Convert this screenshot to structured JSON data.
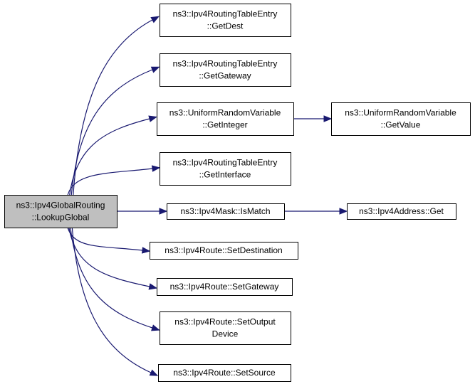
{
  "nodes": [
    {
      "id": "root",
      "lines": [
        "ns3::Ipv4GlobalRouting",
        "::LookupGlobal"
      ],
      "highlighted": true
    },
    {
      "id": "getdest",
      "lines": [
        "ns3::Ipv4RoutingTableEntry",
        "::GetDest"
      ]
    },
    {
      "id": "getgateway",
      "lines": [
        "ns3::Ipv4RoutingTableEntry",
        "::GetGateway"
      ]
    },
    {
      "id": "getinteger",
      "lines": [
        "ns3::UniformRandomVariable",
        "::GetInteger"
      ]
    },
    {
      "id": "getvalue",
      "lines": [
        "ns3::UniformRandomVariable",
        "::GetValue"
      ]
    },
    {
      "id": "getinterface",
      "lines": [
        "ns3::Ipv4RoutingTableEntry",
        "::GetInterface"
      ]
    },
    {
      "id": "ismatch",
      "lines": [
        "ns3::Ipv4Mask::IsMatch"
      ]
    },
    {
      "id": "addrget",
      "lines": [
        "ns3::Ipv4Address::Get"
      ]
    },
    {
      "id": "setdest",
      "lines": [
        "ns3::Ipv4Route::SetDestination"
      ]
    },
    {
      "id": "setgw",
      "lines": [
        "ns3::Ipv4Route::SetGateway"
      ]
    },
    {
      "id": "setoutdev",
      "lines": [
        "ns3::Ipv4Route::SetOutput",
        "Device"
      ]
    },
    {
      "id": "setsource",
      "lines": [
        "ns3::Ipv4Route::SetSource"
      ]
    }
  ],
  "edges": [
    [
      "root",
      "getdest"
    ],
    [
      "root",
      "getgateway"
    ],
    [
      "root",
      "getinteger"
    ],
    [
      "root",
      "getinterface"
    ],
    [
      "root",
      "ismatch"
    ],
    [
      "root",
      "setdest"
    ],
    [
      "root",
      "setgw"
    ],
    [
      "root",
      "setoutdev"
    ],
    [
      "root",
      "setsource"
    ],
    [
      "getinteger",
      "getvalue"
    ],
    [
      "ismatch",
      "addrget"
    ]
  ],
  "colors": {
    "edge": "#191970",
    "root_fill": "#bfbfbf",
    "node_fill": "#ffffff",
    "border": "#000000"
  }
}
